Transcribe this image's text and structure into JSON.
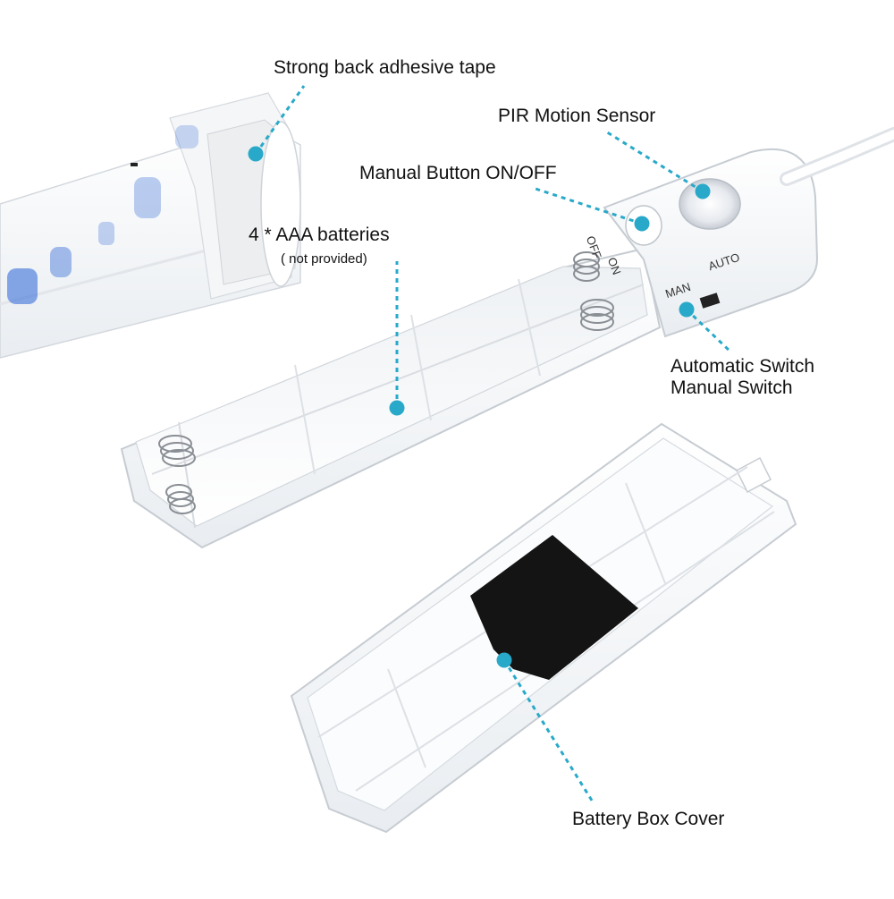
{
  "labels": {
    "adhesive": "Strong back adhesive tape",
    "pir_sensor": "PIR Motion Sensor",
    "manual_button": "Manual Button ON/OFF",
    "batteries": "4 * AAA batteries",
    "batteries_note": "( not provided)",
    "switch_auto": "Automatic Switch",
    "switch_manual": "Manual Switch",
    "cover": "Battery Box Cover"
  },
  "device_text": {
    "off": "OFF",
    "on": "ON",
    "man": "MAN",
    "auto": "AUTO"
  },
  "colors": {
    "callout": "#29a9c9",
    "plastic": "#ffffff",
    "plastic_edge": "#c9ced3",
    "plastic_shade": "#eef1f4",
    "felt": "#141414",
    "tape_blue": "#3a6fd8",
    "spring": "#8a8f95"
  }
}
